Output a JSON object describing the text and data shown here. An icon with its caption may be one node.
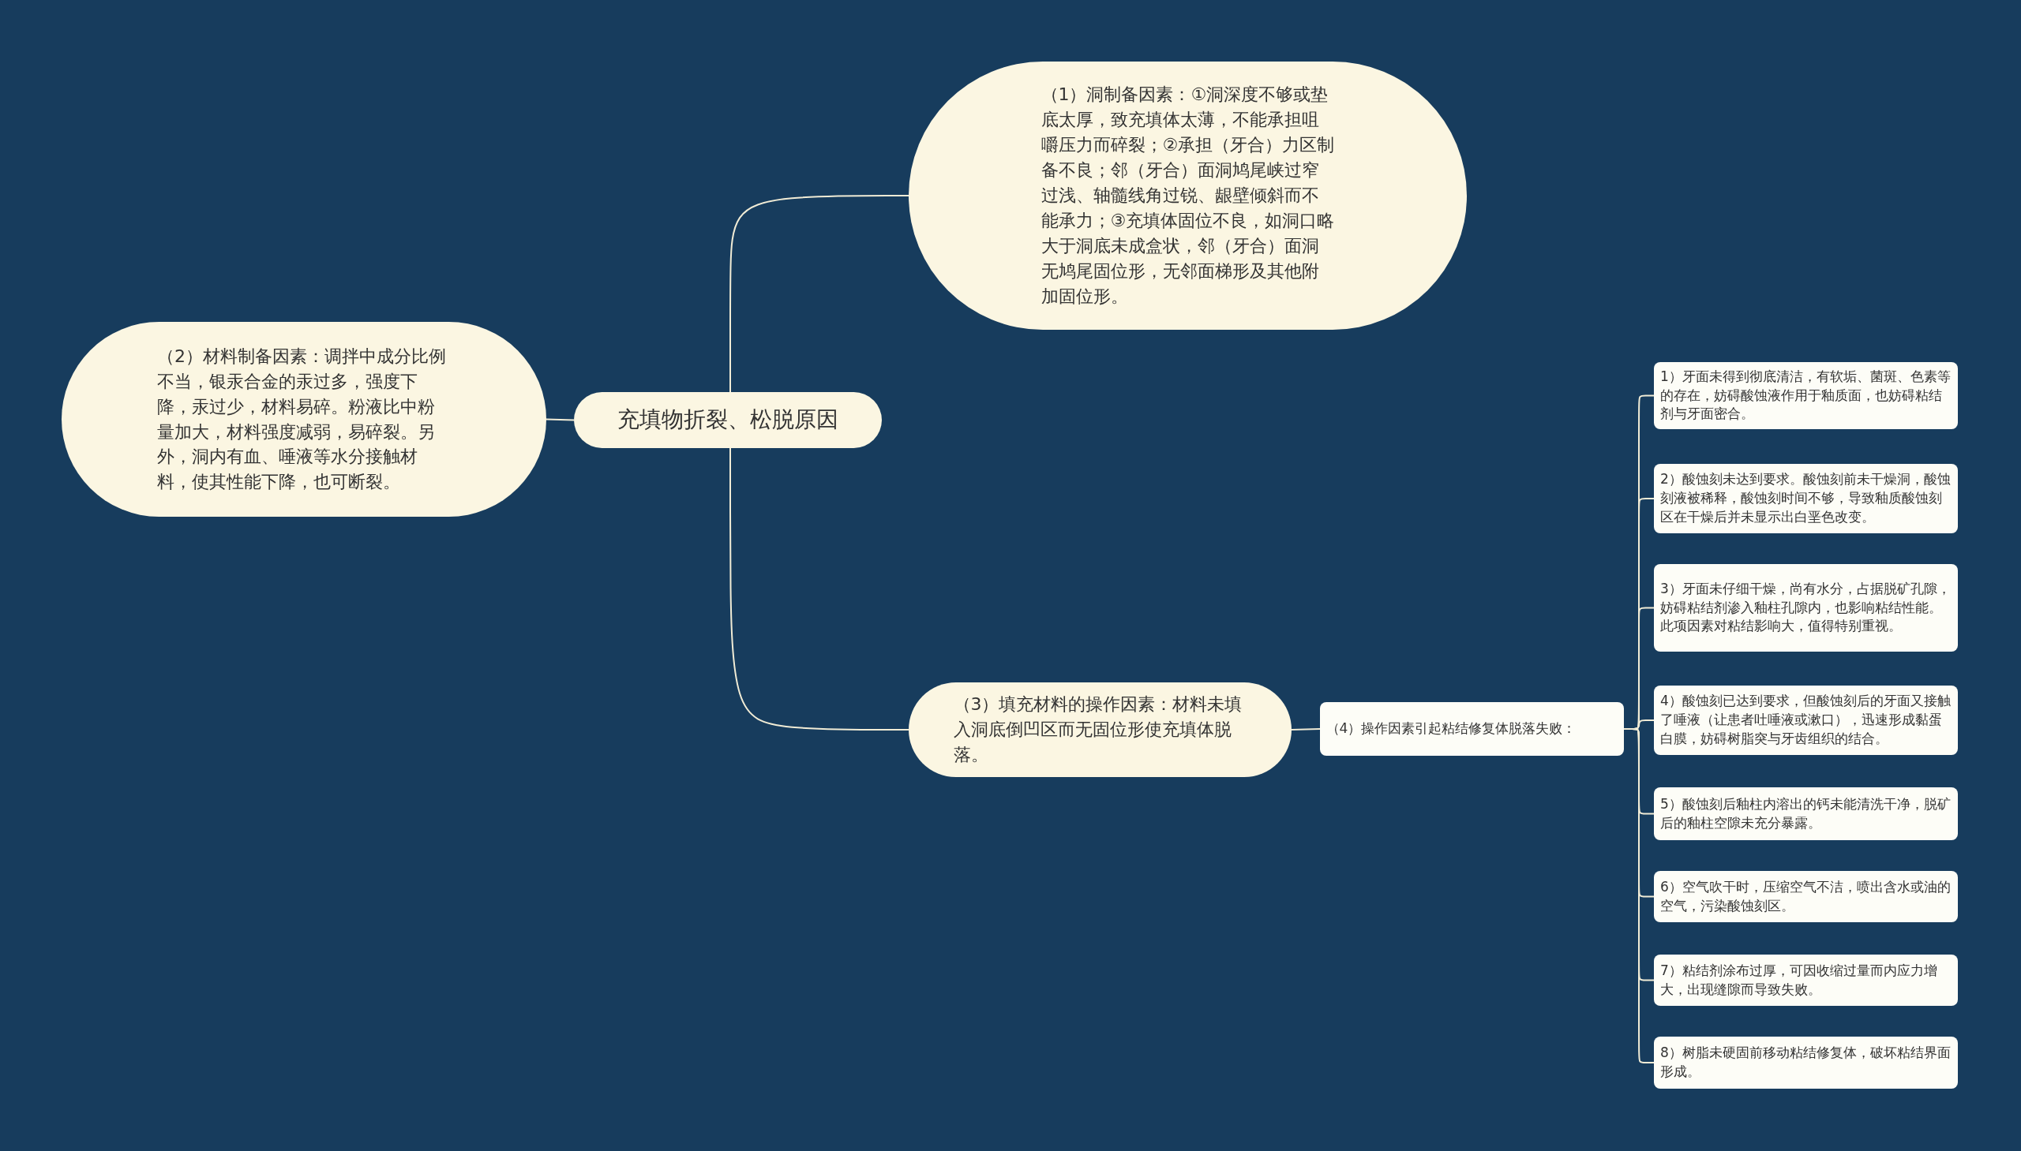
{
  "diagram": {
    "nodes": [
      {
        "text": [
          "充填物折裂、松脱原因"
        ]
      },
      {
        "text": [
          "（1）洞制备因素：①洞深度不够或垫底太厚，致充填体太薄，不能承担咀嚼压力而碎裂；②承担（牙合）力区制备不良；邻（牙合）面洞鸠尾峡过窄过浅、轴髓线角过锐、龈壁倾斜而不能承力；③充填体固位不良，如洞口略大于洞底未成盒状，邻（牙合）面洞无鸠尾固位形，无邻面梯形及其他附加固位形。"
        ]
      },
      {
        "text": [
          "（2）材料制备因素：调拌中成分比例不当，银汞合金的汞过多，强度下降，汞过少，材料易碎。粉液比中粉量加大，材料强度减弱，易碎裂。另外，洞内有血、唾液等水分接触材料，使其性能下降，也可断裂。"
        ]
      },
      {
        "text": [
          "（3）填充材料的操作因素：材料未填入洞底倒凹区而无固位形使充填体脱落。"
        ]
      },
      {
        "text": [
          "（4）操作因素引起粘结修复体脱落失败："
        ]
      },
      {
        "text": [
          "1）牙面未得到彻底清洁，有软垢、菌斑、色素等的存在，妨碍酸蚀液作用于釉质面，也妨碍粘结剂与牙面密合。"
        ]
      },
      {
        "text": [
          "2）酸蚀刻未达到要求。酸蚀刻前未干燥洞，酸蚀刻液被稀释，酸蚀刻时间不够，导致釉质酸蚀刻区在干燥后并未显示出白垩色改变。"
        ]
      },
      {
        "text": [
          "3）牙面未仔细干燥，尚有水分，占据脱矿孔隙，妨碍粘结剂渗入釉柱孔隙内，也影响粘结性能。此项因素对粘结影响大，值得特别重视。"
        ]
      },
      {
        "text": [
          "4）酸蚀刻已达到要求，但酸蚀刻后的牙面又接触了唾液（让患者吐唾液或漱口），迅速形成黏蛋白膜，妨碍树脂突与牙齿组织的结合。"
        ]
      },
      {
        "text": [
          "5）酸蚀刻后釉柱内溶出的钙未能清洗干净，脱矿后的釉柱空隙未充分暴露。"
        ]
      },
      {
        "text": [
          "6）空气吹干时，压缩空气不洁，喷出含水或油的空气，污染酸蚀刻区。"
        ]
      },
      {
        "text": [
          "7）粘结剂涂布过厚，可因收缩过量而内应力增大，出现缝隙而导致失败。"
        ]
      },
      {
        "text": [
          "8）树脂未硬固前移动粘结修复体，破坏粘结界面形成。"
        ]
      }
    ],
    "edges": [
      {
        "from": 0,
        "to": 1,
        "arrow": "none"
      },
      {
        "from": 0,
        "to": 2,
        "arrow": "none"
      },
      {
        "from": 0,
        "to": 3,
        "arrow": "none"
      },
      {
        "from": 3,
        "to": 4,
        "arrow": "none"
      },
      {
        "from": 4,
        "to": 5,
        "arrow": "none"
      },
      {
        "from": 4,
        "to": 6,
        "arrow": "none"
      },
      {
        "from": 4,
        "to": 7,
        "arrow": "none"
      },
      {
        "from": 4,
        "to": 8,
        "arrow": "none"
      },
      {
        "from": 4,
        "to": 9,
        "arrow": "none"
      },
      {
        "from": 4,
        "to": 10,
        "arrow": "none"
      },
      {
        "from": 4,
        "to": 11,
        "arrow": "none"
      },
      {
        "from": 4,
        "to": 12,
        "arrow": "none"
      }
    ]
  }
}
